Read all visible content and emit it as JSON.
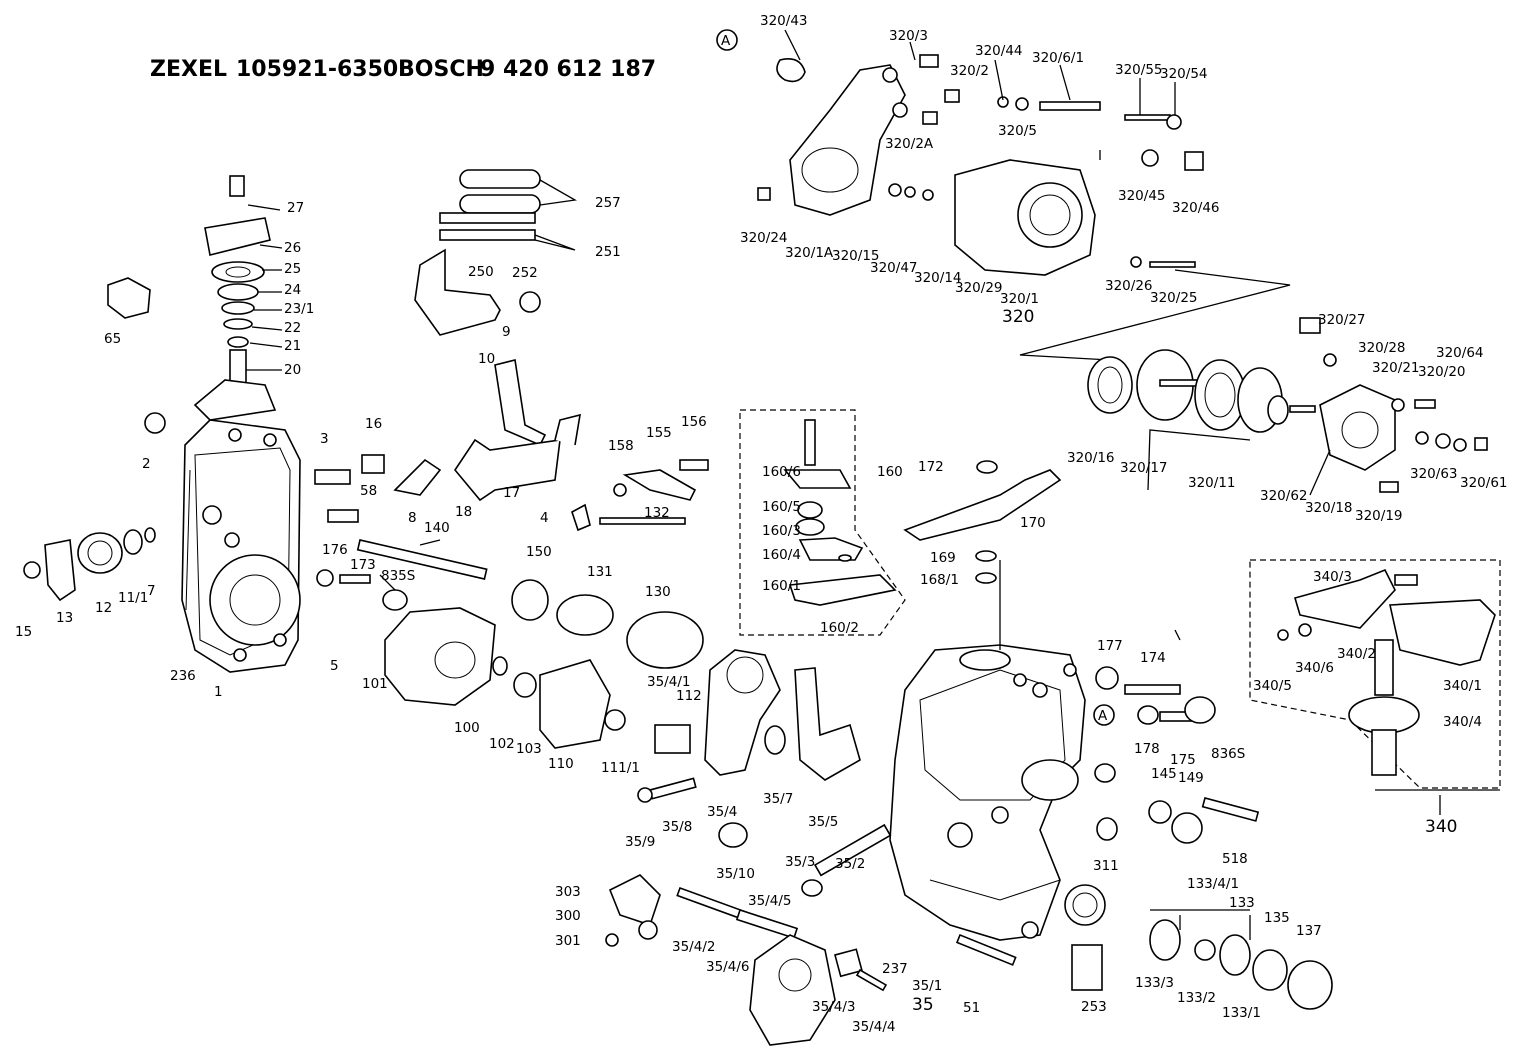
{
  "header": {
    "zexel_label": "ZEXEL",
    "zexel_number": "105921-6350",
    "bosch_label": "BOSCH",
    "bosch_number": "9 420 612 187"
  },
  "callouts": [
    "320/43",
    "320/3",
    "320/2",
    "320/44",
    "320/6/1",
    "320/55",
    "320/54",
    "320/5",
    "320/2A",
    "320/45",
    "320/46",
    "320/24",
    "320/1A",
    "320/15",
    "320/47",
    "320/14",
    "320/29",
    "320/1",
    "320/26",
    "320/25",
    "320/27",
    "320/28",
    "320/21",
    "320/20",
    "320/64",
    "320/16",
    "320/17",
    "320/11",
    "320/62",
    "320/18",
    "320/63",
    "320/61",
    "320/19",
    "27",
    "26",
    "25",
    "24",
    "23/1",
    "22",
    "21",
    "20",
    "65",
    "257",
    "251",
    "250",
    "252",
    "9",
    "10",
    "2",
    "3",
    "16",
    "58",
    "8",
    "18",
    "17",
    "158",
    "155",
    "156",
    "4",
    "132",
    "160/6",
    "160",
    "160/5",
    "160/3",
    "160/4",
    "160/1",
    "160/2",
    "172",
    "170",
    "169",
    "168/1",
    "15",
    "13",
    "12",
    "11/1",
    "7",
    "176",
    "173",
    "835S",
    "140",
    "150",
    "131",
    "130",
    "236",
    "1",
    "5",
    "101",
    "100",
    "102",
    "103",
    "110",
    "111/1",
    "112",
    "35/4/1",
    "35/9",
    "35/8",
    "35/4",
    "35/7",
    "35/5",
    "35/10",
    "35/2",
    "35/3",
    "177",
    "174",
    "178",
    "175",
    "836S",
    "145",
    "149",
    "518",
    "311",
    "340/3",
    "340/2",
    "340/6",
    "340/5",
    "340/1",
    "340/4",
    "303",
    "300",
    "301",
    "35/4/2",
    "35/4/5",
    "35/4/6",
    "35/4/3",
    "35/4/4",
    "237",
    "35/1",
    "51",
    "253",
    "133/3",
    "133/4/1",
    "133",
    "133/2",
    "133/1",
    "135",
    "137"
  ],
  "markers": {
    "a_top": "A",
    "a_mid": "A"
  },
  "assemblies": {
    "a320": "320",
    "a35": "35",
    "a340": "340"
  }
}
